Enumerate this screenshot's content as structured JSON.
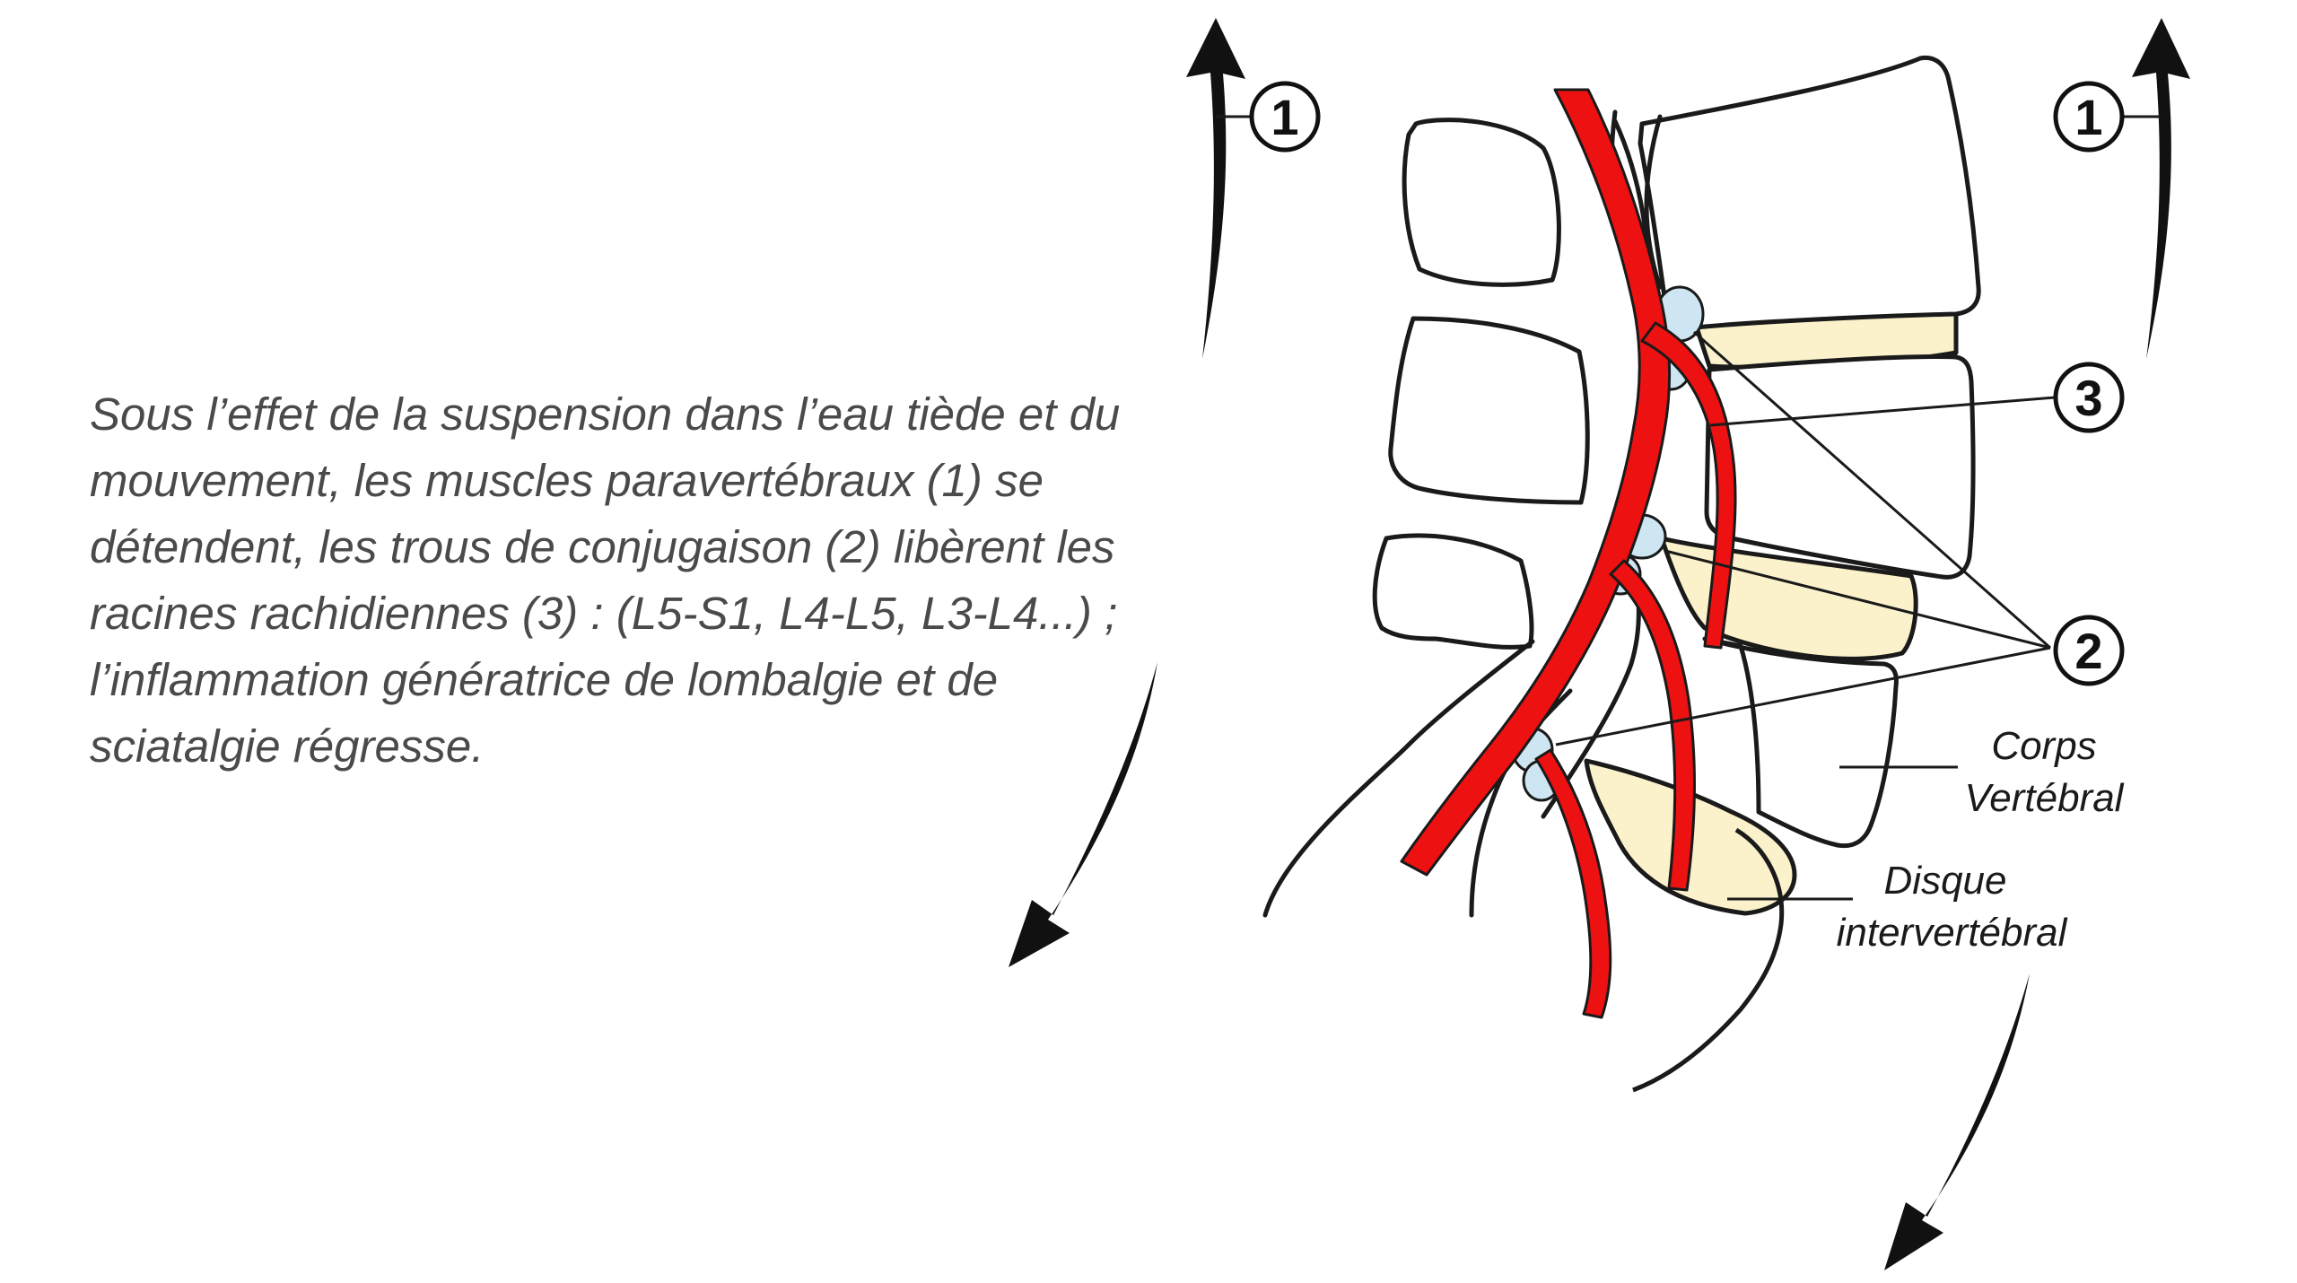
{
  "caption": {
    "lines": [
      "Sous l’effet de la suspension dans l’eau tiède et du",
      "mouvement, les muscles paravertébraux (1) se",
      "détendent, les trous de conjugaison (2) libèrent les",
      "racines rachidiennes (3) : (L5-S1, L4-L5, L3-L4...) ;",
      "l’inflammation génératrice de lombalgie et de",
      "sciatalgie régresse."
    ]
  },
  "callouts": {
    "muscle_left": "1",
    "muscle_right": "1",
    "nerve_root": "3",
    "foramen": "2"
  },
  "labels": {
    "vertebral_body": [
      "Corps",
      "Vertébral"
    ],
    "disc": [
      "Disque",
      "intervertébral"
    ]
  },
  "colors": {
    "nerve": "#ee1111",
    "disc": "#fbf2cc",
    "foramen": "#cde6f2",
    "outline": "#1a1a1a",
    "arrow": "#111111"
  }
}
